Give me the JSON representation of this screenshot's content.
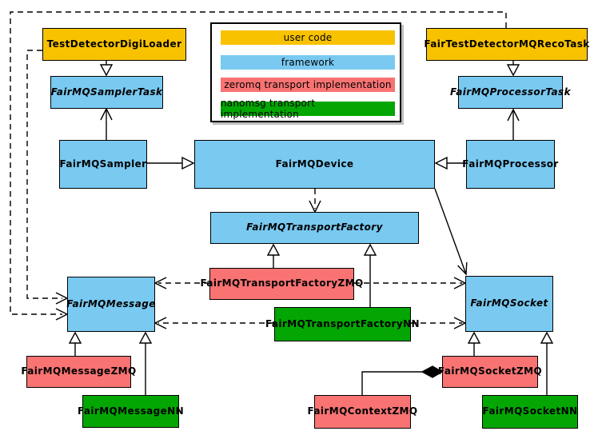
{
  "legend": {
    "items": [
      {
        "label": "user code",
        "color": "#F8C200"
      },
      {
        "label": "framework",
        "color": "#79C9F1"
      },
      {
        "label": "zeromq transport implementation",
        "color": "#F97373"
      },
      {
        "label": "nanomsg transport implementation",
        "color": "#03A603"
      }
    ]
  },
  "nodes": {
    "testDetectorDigiLoader": {
      "label": "TestDetectorDigiLoader",
      "category": "user code"
    },
    "fairTestDetectorMQRecoTask": {
      "label": "FairTestDetectorMQRecoTask",
      "category": "user code"
    },
    "fairMQSamplerTask": {
      "label": "FairMQSamplerTask",
      "category": "framework",
      "abstract": true
    },
    "fairMQProcessorTask": {
      "label": "FairMQProcessorTask",
      "category": "framework",
      "abstract": true
    },
    "fairMQSampler": {
      "label": "FairMQSampler",
      "category": "framework"
    },
    "fairMQDevice": {
      "label": "FairMQDevice",
      "category": "framework"
    },
    "fairMQProcessor": {
      "label": "FairMQProcessor",
      "category": "framework"
    },
    "fairMQTransportFactory": {
      "label": "FairMQTransportFactory",
      "category": "framework",
      "abstract": true
    },
    "fairMQTransportFactoryZMQ": {
      "label": "FairMQTransportFactoryZMQ",
      "category": "zeromq"
    },
    "fairMQTransportFactoryNN": {
      "label": "FairMQTransportFactoryNN",
      "category": "nanomsg"
    },
    "fairMQMessage": {
      "label": "FairMQMessage",
      "category": "framework",
      "abstract": true
    },
    "fairMQSocket": {
      "label": "FairMQSocket",
      "category": "framework",
      "abstract": true
    },
    "fairMQMessageZMQ": {
      "label": "FairMQMessageZMQ",
      "category": "zeromq"
    },
    "fairMQMessageNN": {
      "label": "FairMQMessageNN",
      "category": "nanomsg"
    },
    "fairMQSocketZMQ": {
      "label": "FairMQSocketZMQ",
      "category": "zeromq"
    },
    "fairMQSocketNN": {
      "label": "FairMQSocketNN",
      "category": "nanomsg"
    },
    "fairMQContextZMQ": {
      "label": "FairMQContextZMQ",
      "category": "zeromq"
    }
  }
}
